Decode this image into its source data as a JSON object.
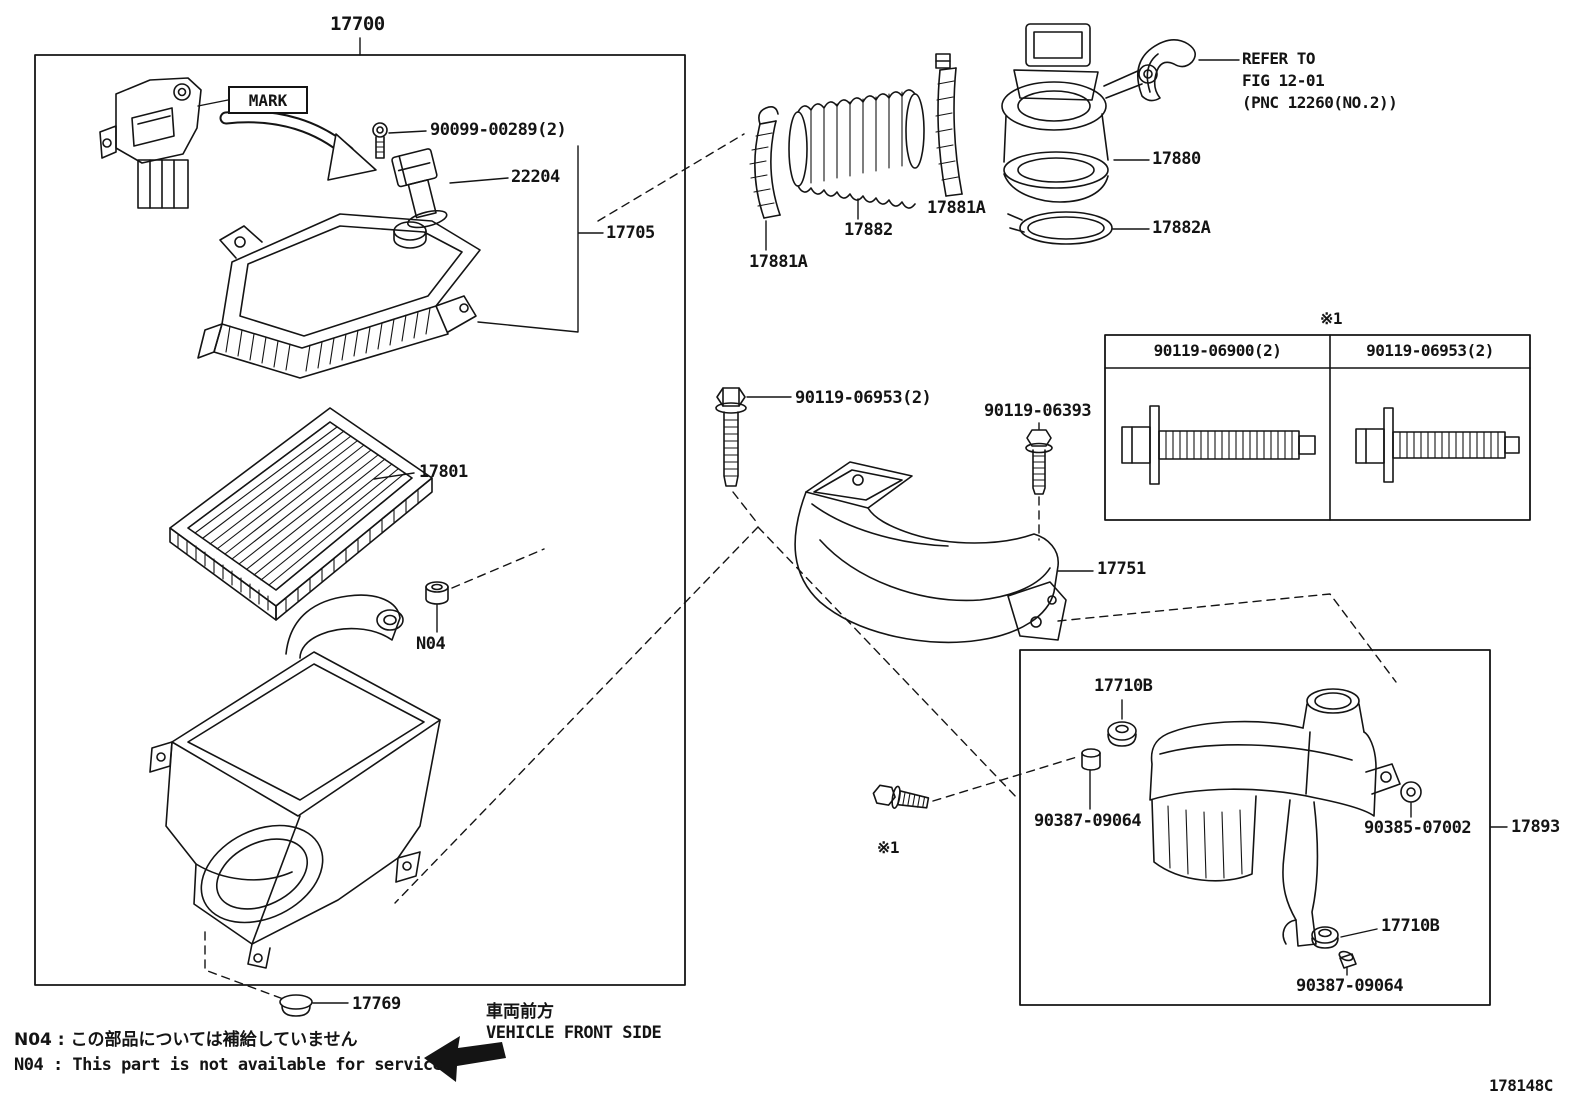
{
  "page": {
    "background": "#ffffff",
    "line_color": "#141414",
    "diagram_code": "178148C"
  },
  "parts": {
    "p17700": "17700",
    "p90099_00289": "90099-00289(2)",
    "p22204": "22204",
    "p17705": "17705",
    "p17801": "17801",
    "pN04": "N04",
    "p17769": "17769",
    "p17881A_left": "17881A",
    "p17881A_right": "17881A",
    "p17882": "17882",
    "p17880": "17880",
    "p17882A": "17882A",
    "p90119_06953": "90119-06953(2)",
    "p90119_06393": "90119-06393",
    "p17751": "17751",
    "p17710B_top": "17710B",
    "p17710B_bottom": "17710B",
    "p90387_09064_left": "90387-09064",
    "p90387_09064_bottom": "90387-09064",
    "p90385_07002": "90385-07002",
    "p17893": "17893"
  },
  "table": {
    "note": "※1",
    "col1_header": "90119-06900(2)",
    "col2_header": "90119-06953(2)"
  },
  "annotations": {
    "mark": "MARK",
    "refer_line1": "REFER TO",
    "refer_line2": "FIG 12-01",
    "refer_line3": "(PNC 12260(NO.2))",
    "star1_table": "※1",
    "star1_bolt": "※1",
    "front_jp": "車両前方",
    "front_en": "VEHICLE FRONT SIDE",
    "note_jp": "N04 : この部品については補給していません",
    "note_en": "N04 : This part is not available for service"
  }
}
